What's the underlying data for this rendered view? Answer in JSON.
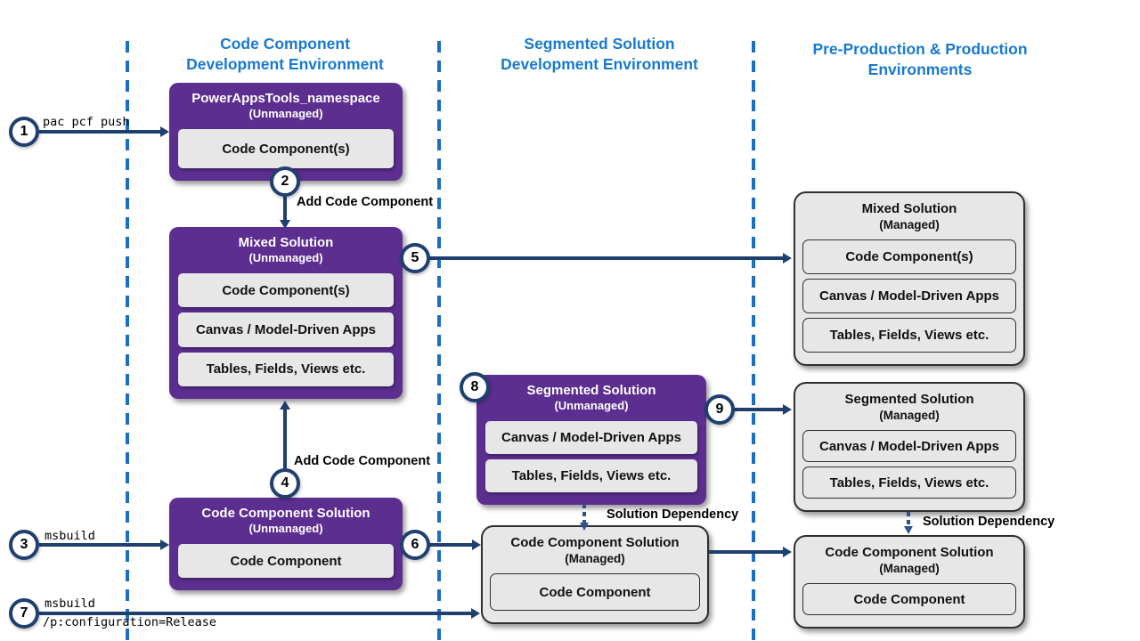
{
  "columns": [
    {
      "line1": "Code Component",
      "line2": "Development Environment"
    },
    {
      "line1": "Segmented Solution",
      "line2": "Development Environment"
    },
    {
      "line1": "Pre-Production & Production",
      "line2": "Environments"
    }
  ],
  "steps": [
    "1",
    "2",
    "3",
    "4",
    "5",
    "6",
    "7",
    "8",
    "9"
  ],
  "commands": {
    "pac_pcf_push": "pac pcf push",
    "msbuild": "msbuild",
    "msbuild_release_line1": "msbuild",
    "msbuild_release_line2": "/p:configuration=Release"
  },
  "arrow_labels": {
    "add_code_component_top": "Add Code Component",
    "add_code_component_bottom": "Add Code Component",
    "solution_dependency_middle": "Solution Dependency",
    "solution_dependency_right": "Solution Dependency"
  },
  "boxes": {
    "powerapps_tools": {
      "title": "PowerAppsTools_namespace",
      "subtitle": "(Unmanaged)",
      "items": [
        "Code Component(s)"
      ]
    },
    "mixed_unmanaged": {
      "title": "Mixed Solution",
      "subtitle": "(Unmanaged)",
      "items": [
        "Code Component(s)",
        "Canvas / Model-Driven Apps",
        "Tables, Fields, Views etc."
      ]
    },
    "code_component_unmanaged": {
      "title": "Code Component Solution",
      "subtitle": "(Unmanaged)",
      "items": [
        "Code Component"
      ]
    },
    "segmented_unmanaged": {
      "title": "Segmented Solution",
      "subtitle": "(Unmanaged)",
      "items": [
        "Canvas / Model-Driven Apps",
        "Tables, Fields, Views etc."
      ]
    },
    "code_component_managed_mid": {
      "title": "Code Component Solution",
      "subtitle": "(Managed)",
      "items": [
        "Code Component"
      ]
    },
    "mixed_managed": {
      "title": "Mixed Solution",
      "subtitle": "(Managed)",
      "items": [
        "Code Component(s)",
        "Canvas / Model-Driven Apps",
        "Tables, Fields, Views etc."
      ]
    },
    "segmented_managed": {
      "title": "Segmented Solution",
      "subtitle": "(Managed)",
      "items": [
        "Canvas / Model-Driven Apps",
        "Tables, Fields, Views etc."
      ]
    },
    "code_component_managed_prod": {
      "title": "Code Component Solution",
      "subtitle": "(Managed)",
      "items": [
        "Code Component"
      ]
    }
  },
  "colors": {
    "unmanaged_purple": "#5c2e90",
    "arrow_navy": "#1f3f6e",
    "dashed_separator_blue": "#1b6fc2",
    "header_blue": "#1779d2",
    "managed_gray_fill": "#e7e7e7",
    "dotted_dependency_blue": "#2e5395"
  }
}
